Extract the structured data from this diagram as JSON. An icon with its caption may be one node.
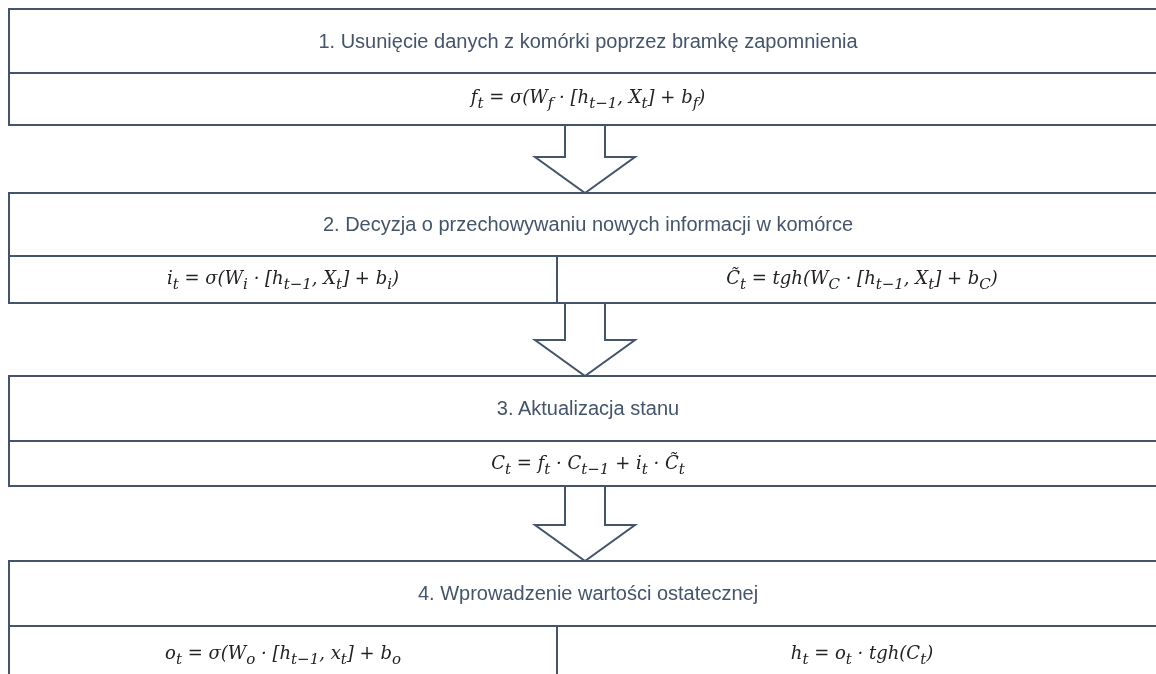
{
  "diagram": {
    "nodes": [
      {
        "text": [
          "1. Usunięcie danych z komórki poprzez bramkę zapomnienia"
        ]
      },
      {
        "text": [
          "f$_{t}$ =  σ(W$_{f}$ · [h$_{t−1}$, X$_{t}$] + b$_{f}$)"
        ],
        "in": 0
      },
      {
        "text": [
          "2. Decyzja o przechowywaniu nowych informacji w komórce"
        ]
      },
      {
        "text": [
          "i$_{t}$ =  σ(W$_{i}$  ·  [h$_{t−1}$, X$_{t}$] + b$_{i}$)"
        ],
        "in": 2
      },
      {
        "text": [
          "C̃$_{t}$ = tgh(W$_{C}$ · [h$_{t−1}$, X$_{t}$] + b$_{C}$)"
        ],
        "in": 2
      },
      {
        "text": [
          "3. Aktualizacja stanu"
        ]
      },
      {
        "text": [
          "C$_{t}$ = f$_{t}$ · C$_{t−1}$ + i$_{t}$ · C̃$_{t}$"
        ],
        "in": 5
      },
      {
        "text": [
          "4. Wprowadzenie wartości ostatecznej"
        ]
      },
      {
        "text": [
          "o$_{t}$ = σ(W$_{o}$ · [h$_{t−1}$, x$_{t}$] + b$_{o}$"
        ],
        "in": 7
      },
      {
        "text": [
          "h$_{t}$ = o$_{t}$ · tgh(C$_{t}$)"
        ],
        "in": 7
      }
    ],
    "edges": [
      {
        "from": 0,
        "to": 2,
        "arrow": "to"
      },
      {
        "from": 2,
        "to": 5,
        "arrow": "to"
      },
      {
        "from": 5,
        "to": 7,
        "arrow": "to"
      }
    ]
  }
}
